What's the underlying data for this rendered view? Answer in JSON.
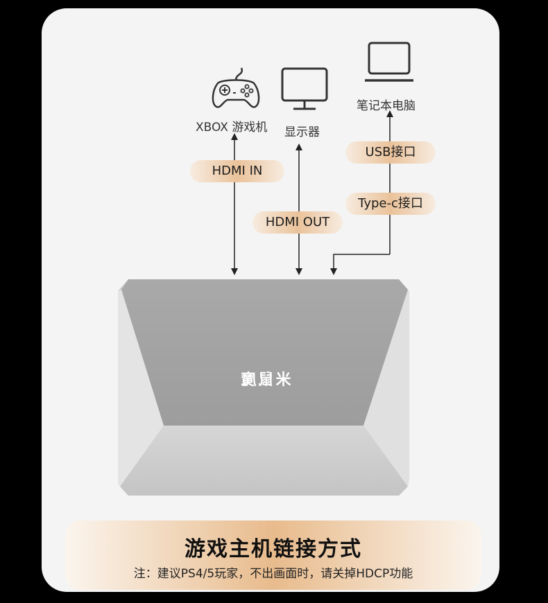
{
  "devices": {
    "xbox": {
      "label": "XBOX 游戏机",
      "icon": "gamepad-icon"
    },
    "monitor": {
      "label": "显示器",
      "icon": "monitor-icon"
    },
    "laptop": {
      "label": "笔记本电脑",
      "icon": "laptop-icon"
    }
  },
  "ports": {
    "hdmi_in": "HDMI IN",
    "hdmi_out": "HDMI OUT",
    "usb": "USB接口",
    "typec": "Type-c接口"
  },
  "product": {
    "brand_logo": "米鼠魔"
  },
  "footer": {
    "title": "游戏主机链接方式",
    "note": "注：建议PS4/5玩家，不出画面时，请关掉HDCP功能"
  },
  "colors": {
    "pill_center": "#eac29a",
    "pill_edge": "#f7ece0",
    "card_bg": "#f4f4f4",
    "device_top": "#a4a4a4"
  }
}
